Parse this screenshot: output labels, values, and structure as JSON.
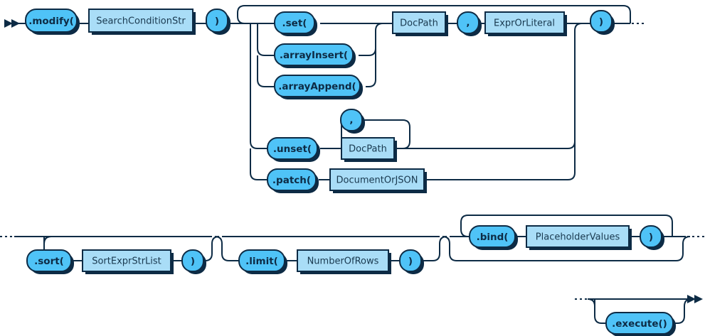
{
  "diagram": {
    "title": "CrudModify railroad syntax diagram",
    "colors": {
      "terminal_fill": "#4fc3f7",
      "nonterminal_fill": "#a9ddf7",
      "rail_stroke": "#0d2b45",
      "background": "#ffffff"
    },
    "rows": [
      {
        "id": "row-1",
        "nodes": [
          {
            "id": "modify",
            "label": ".modify(",
            "kind": "terminal"
          },
          {
            "id": "searchconditionstr",
            "label": "SearchConditionStr",
            "kind": "nonterminal"
          },
          {
            "id": "close-paren-1",
            "label": ")",
            "kind": "terminal"
          },
          {
            "id": "set",
            "label": ".set(",
            "kind": "terminal"
          },
          {
            "id": "arrayinsert",
            "label": ".arrayInsert(",
            "kind": "terminal"
          },
          {
            "id": "arrayappend",
            "label": ".arrayAppend(",
            "kind": "terminal"
          },
          {
            "id": "docpath-1",
            "label": "DocPath",
            "kind": "nonterminal"
          },
          {
            "id": "comma-1",
            "label": ",",
            "kind": "terminal"
          },
          {
            "id": "exprorliteral",
            "label": "ExprOrLiteral",
            "kind": "nonterminal"
          },
          {
            "id": "close-paren-2",
            "label": ")",
            "kind": "terminal"
          },
          {
            "id": "unset",
            "label": ".unset(",
            "kind": "terminal"
          },
          {
            "id": "comma-2",
            "label": ",",
            "kind": "terminal"
          },
          {
            "id": "docpath-2",
            "label": "DocPath",
            "kind": "nonterminal"
          },
          {
            "id": "patch",
            "label": ".patch(",
            "kind": "terminal"
          },
          {
            "id": "documentorjson",
            "label": "DocumentOrJSON",
            "kind": "nonterminal"
          }
        ]
      },
      {
        "id": "row-2",
        "nodes": [
          {
            "id": "sort",
            "label": ".sort(",
            "kind": "terminal"
          },
          {
            "id": "sortexprstrlist",
            "label": "SortExprStrList",
            "kind": "nonterminal"
          },
          {
            "id": "close-paren-3",
            "label": ")",
            "kind": "terminal"
          },
          {
            "id": "limit",
            "label": ".limit(",
            "kind": "terminal"
          },
          {
            "id": "numberofrows",
            "label": "NumberOfRows",
            "kind": "nonterminal"
          },
          {
            "id": "close-paren-4",
            "label": ")",
            "kind": "terminal"
          },
          {
            "id": "bind",
            "label": ".bind(",
            "kind": "terminal"
          },
          {
            "id": "placeholdervalues",
            "label": "PlaceholderValues",
            "kind": "nonterminal"
          },
          {
            "id": "close-paren-5",
            "label": ")",
            "kind": "terminal"
          }
        ]
      },
      {
        "id": "row-3",
        "nodes": [
          {
            "id": "execute",
            "label": ".execute()",
            "kind": "terminal"
          }
        ]
      }
    ],
    "labels": {
      "modify": ".modify(",
      "searchconditionstr": "SearchConditionStr",
      "close_paren_1": ")",
      "set": ".set(",
      "arrayinsert": ".arrayInsert(",
      "arrayappend": ".arrayAppend(",
      "docpath_1": "DocPath",
      "comma_1": ",",
      "exprorliteral": "ExprOrLiteral",
      "close_paren_2": ")",
      "unset": ".unset(",
      "comma_2": ",",
      "docpath_2": "DocPath",
      "patch": ".patch(",
      "documentorjson": "DocumentOrJSON",
      "sort": ".sort(",
      "sortexprstrlist": "SortExprStrList",
      "close_paren_3": ")",
      "limit": ".limit(",
      "numberofrows": "NumberOfRows",
      "close_paren_4": ")",
      "bind": ".bind(",
      "placeholdervalues": "PlaceholderValues",
      "close_paren_5": ")",
      "execute": ".execute()"
    }
  }
}
